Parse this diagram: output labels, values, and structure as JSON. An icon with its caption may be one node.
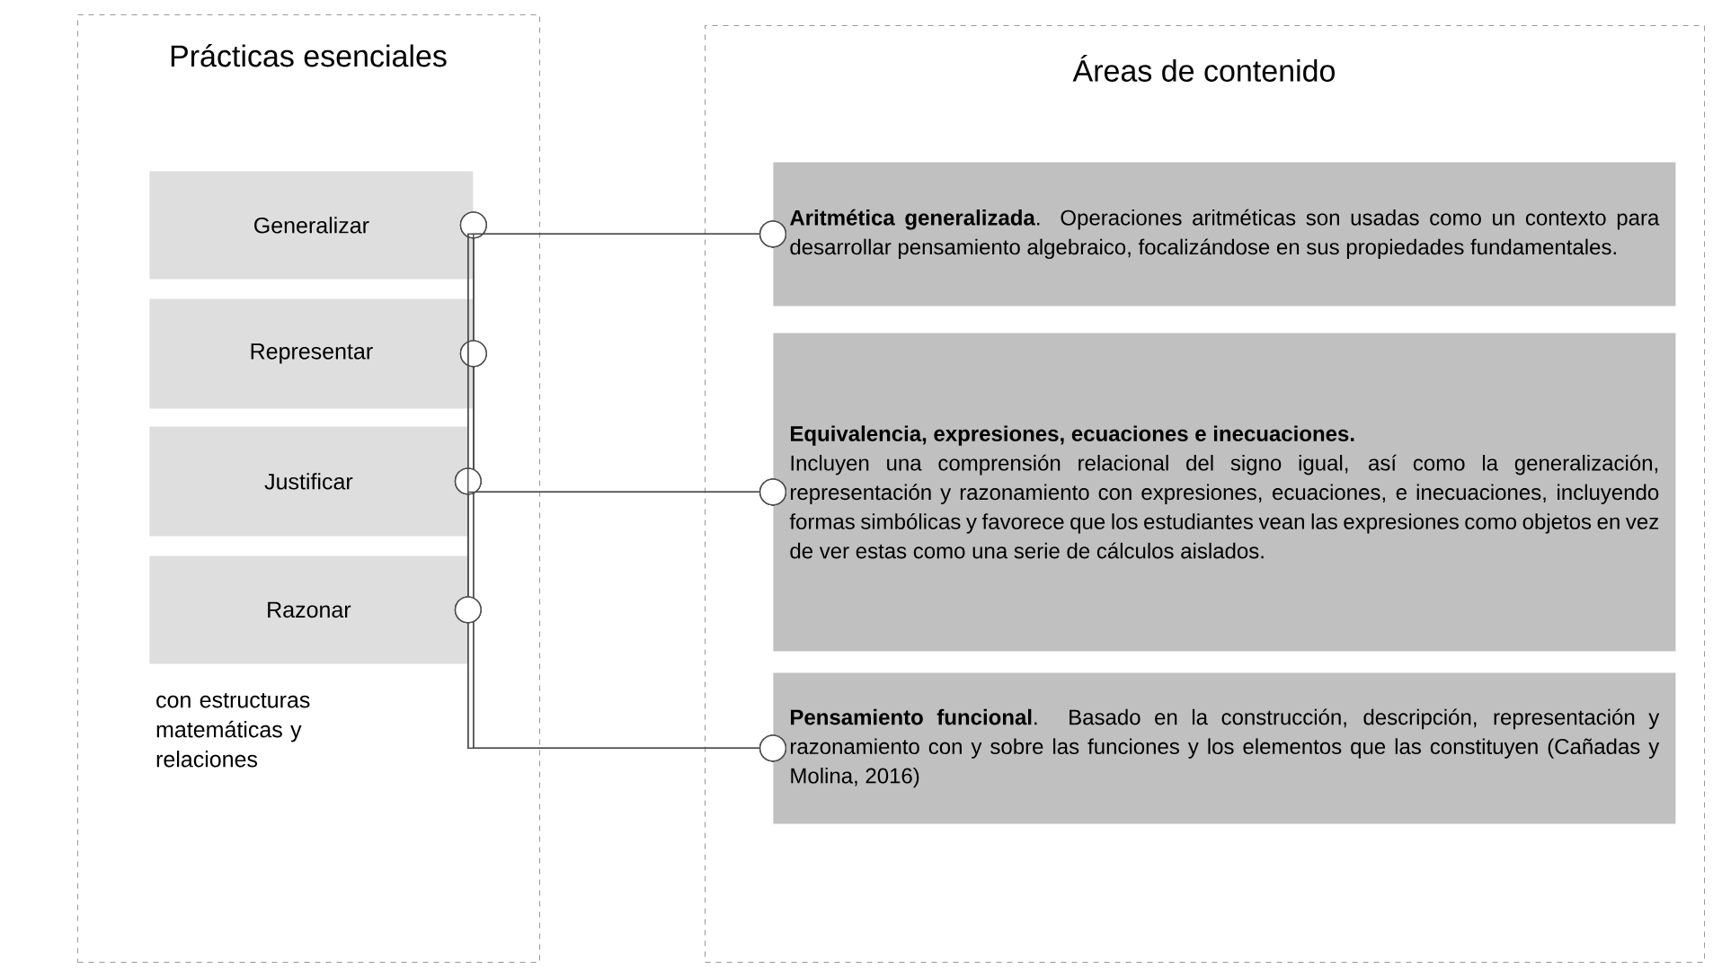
{
  "diagram": {
    "nodes": [
      {
        "text": [
          "Prácticas esenciales"
        ]
      },
      {
        "text": [
          "Generalizar"
        ],
        "in": 0
      },
      {
        "text": [
          "Representar"
        ],
        "in": 0
      },
      {
        "text": [
          "Justificar"
        ],
        "in": 0
      },
      {
        "text": [
          "Razonar"
        ],
        "in": 0
      },
      {
        "text": [
          "Áreas de contenido"
        ]
      },
      {
        "text": [
          "**Aritmética generalizada**. Operaciones aritméticas son usadas como un contexto para desarrollar pensamiento algebraico, focalizándose en sus propiedades fundamentales."
        ],
        "in": 5
      },
      {
        "text": [
          "Equivalencia, expresiones, ecuaciones e inecuaciones.",
          "Incluyen una comprensión relacional del signo igual, así como la generalización, representación y razonamiento con expresiones, ecuaciones, e inecuaciones, incluyendo formas simbólicas y favorece que los estudiantes vean las expresiones como objetos en vez de ver estas como una serie de cálculos aislados."
        ],
        "in": 5
      },
      {
        "text": [
          "**Pensamiento funcional**. Basado en la construcción, descripción, representación y razonamiento con y sobre las funciones y los elementos que las constituyen (Cañadas y Molina, 2016)"
        ],
        "in": 5
      }
    ],
    "edges": [
      {
        "from": 1,
        "to": 6,
        "arrow": "other"
      },
      {
        "from": 1,
        "to": 7,
        "arrow": "other"
      },
      {
        "from": 1,
        "to": 8,
        "arrow": "other"
      },
      {
        "from": 2,
        "to": 6,
        "arrow": "other"
      },
      {
        "from": 2,
        "to": 7,
        "arrow": "other"
      },
      {
        "from": 2,
        "to": 8,
        "arrow": "other"
      },
      {
        "from": 3,
        "to": 6,
        "arrow": "other"
      },
      {
        "from": 3,
        "to": 7,
        "arrow": "other"
      },
      {
        "from": 3,
        "to": 8,
        "arrow": "other"
      },
      {
        "from": 4,
        "to": 6,
        "arrow": "other"
      },
      {
        "from": 4,
        "to": 7,
        "arrow": "other"
      },
      {
        "from": 4,
        "to": 8,
        "arrow": "other"
      }
    ],
    "labels": [
      "con estructuras matemáticas y relaciones"
    ]
  }
}
